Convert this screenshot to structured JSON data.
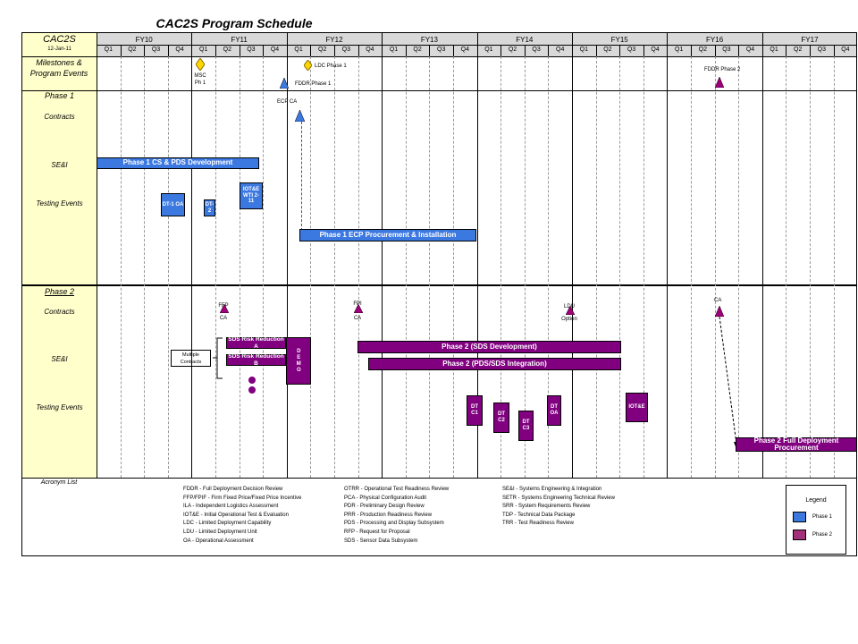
{
  "title": "CAC2S Program Schedule",
  "program": {
    "name": "CAC2S",
    "date": "12-Jan-11"
  },
  "years": [
    "FY10",
    "FY11",
    "FY12",
    "FY13",
    "FY14",
    "FY15",
    "FY16",
    "FY17"
  ],
  "quarters": [
    "Q1",
    "Q2",
    "Q3",
    "Q4"
  ],
  "rows": {
    "milestones": "Milestones & Program Events",
    "phase1": "Phase 1",
    "phase2": "Phase 2",
    "contracts": "Contracts",
    "sei": "SE&I",
    "testing": "Testing Events",
    "acronym_list": "Acronym List"
  },
  "milestones": {
    "msc": "MSC Ph 1",
    "ldc": "LDC Phase 1",
    "fdor1": "FDDR Phase 1",
    "fdor2": "FDDR Phase 2"
  },
  "phase1": {
    "ecp_ca": "ECP CA",
    "cs_pds": "Phase 1 CS & PDS Development",
    "dt1": "DT-1 OA",
    "dt2": "DT-2",
    "iotse": "IOT&E WTI 2-11",
    "ecp_proc": "Phase 1 ECP Procurement & Installation"
  },
  "phase2": {
    "ffp_ca": "FFP CA",
    "fpi_ca": "FPI CA",
    "ldu_option": "LDU Option",
    "ca": "CA",
    "multiple_contracts": "Multiple Contracts",
    "sds_risk_a": "SDS Risk Reduction A",
    "sds_risk_b": "SDS Risk Reduction B",
    "demo": "DEMO",
    "sds_dev": "Phase 2 (SDS Development)",
    "pds_sds": "Phase 2 (PDS/SDS Integration)",
    "dt_c1": "DT C1",
    "dt_c2": "DT C2",
    "dt_c3": "DT C3",
    "dt_oa": "DT OA",
    "iotse": "IOT&E",
    "full_deploy": "Phase 2 Full Deployment Procurement"
  },
  "acronyms": {
    "col1": [
      "FDDR - Full Deployment Decision Review",
      "FFP/FPIF - Firm Fixed Price/Fixed Price Incentive",
      "ILA - Independent Logistics Assessment",
      "IOT&E - Initial Operational Test & Evaluation",
      "LDC - Limited Deployment Capability",
      "LDU - Limited Deployment Unit",
      "OA - Operational Assessment"
    ],
    "col2": [
      "OTRR - Operational Test Readiness Review",
      "PCA - Physical Configuration Audit",
      "PDR - Preliminary Design Review",
      "PRR - Production Readiness Review",
      "PDS - Processing and Display Subsystem",
      "RFP - Request for Proposal",
      "SDS - Sensor Data Subsystem"
    ],
    "col3": [
      "SE&I - Systems Engineering & Integration",
      "SETR - Systems Engineering Technical Review",
      "SRR - System Requirements Review",
      "TDP - Technical Data Package",
      "TRR - Test Readiness Review"
    ]
  },
  "legend": {
    "title": "Legend",
    "phase1": "Phase 1",
    "phase2": "Phase 2"
  },
  "colors": {
    "phase1": "#3b78e0",
    "phase2": "#800080",
    "milestone_diamond": "#ffd700",
    "left_column": "#ffffcc",
    "header": "#d9d9d9"
  }
}
